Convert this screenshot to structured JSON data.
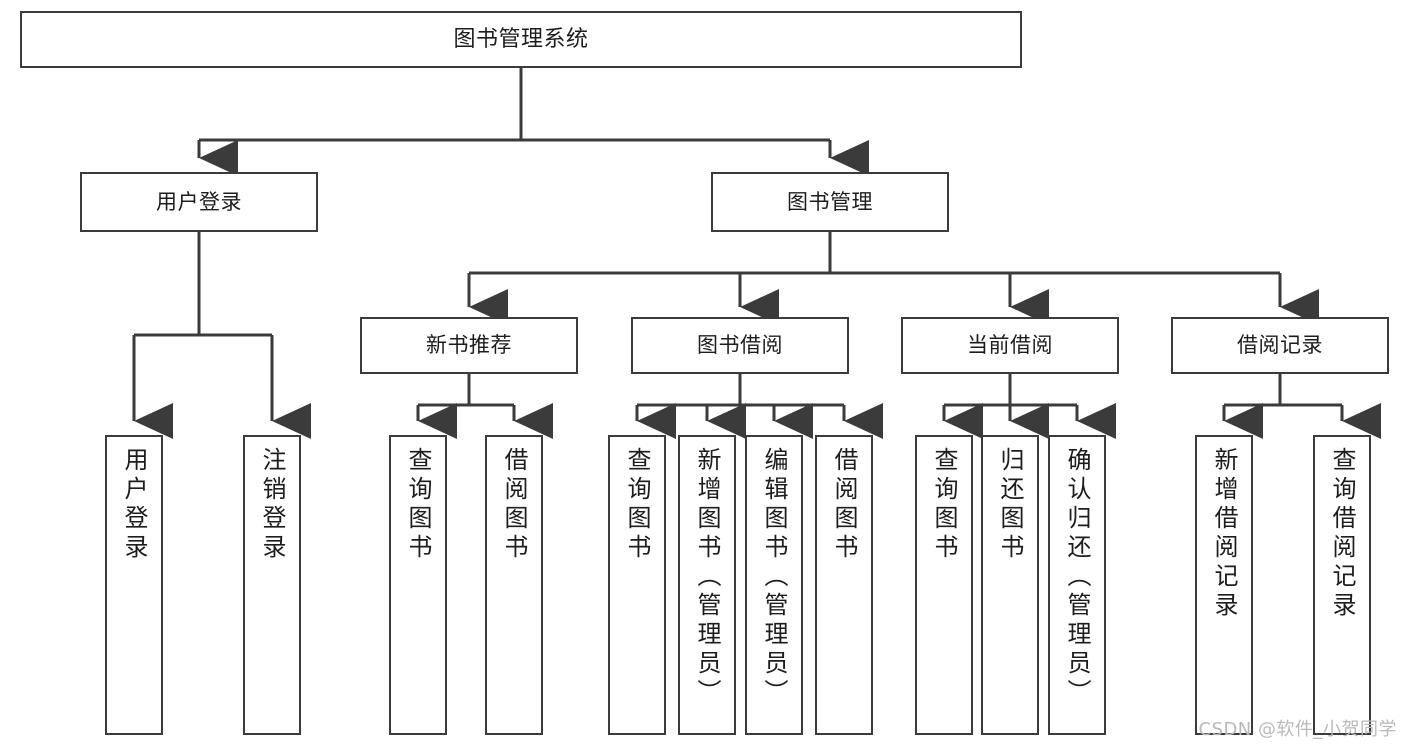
{
  "diagram": {
    "type": "hierarchy-tree",
    "title": "图书管理系统",
    "root": {
      "label": "图书管理系统"
    },
    "level2": [
      {
        "id": "user-login",
        "label": "用户登录"
      },
      {
        "id": "book-manage",
        "label": "图书管理"
      }
    ],
    "level3": [
      {
        "id": "new-book-recommend",
        "label": "新书推荐",
        "parent": "book-manage"
      },
      {
        "id": "book-borrow",
        "label": "图书借阅",
        "parent": "book-manage"
      },
      {
        "id": "current-borrow",
        "label": "当前借阅",
        "parent": "book-manage"
      },
      {
        "id": "borrow-record",
        "label": "借阅记录",
        "parent": "book-manage"
      }
    ],
    "leaves": [
      {
        "id": "leaf-user-login",
        "label": "用户登录",
        "parent": "user-login"
      },
      {
        "id": "leaf-logout",
        "label": "注销登录",
        "parent": "user-login"
      },
      {
        "id": "leaf-query-book-1",
        "label": "查询图书",
        "parent": "new-book-recommend"
      },
      {
        "id": "leaf-borrow-book-1",
        "label": "借阅图书",
        "parent": "new-book-recommend"
      },
      {
        "id": "leaf-query-book-2",
        "label": "查询图书",
        "parent": "book-borrow"
      },
      {
        "id": "leaf-add-book",
        "label": "新增图书（管理员）",
        "parent": "book-borrow"
      },
      {
        "id": "leaf-edit-book",
        "label": "编辑图书（管理员）",
        "parent": "book-borrow"
      },
      {
        "id": "leaf-borrow-book-2",
        "label": "借阅图书",
        "parent": "book-borrow"
      },
      {
        "id": "leaf-query-book-3",
        "label": "查询图书",
        "parent": "current-borrow"
      },
      {
        "id": "leaf-return-book",
        "label": "归还图书",
        "parent": "current-borrow"
      },
      {
        "id": "leaf-confirm-return",
        "label": "确认归还（管理员）",
        "parent": "current-borrow"
      },
      {
        "id": "leaf-add-record",
        "label": "新增借阅记录",
        "parent": "borrow-record"
      },
      {
        "id": "leaf-query-record",
        "label": "查询借阅记录",
        "parent": "borrow-record"
      }
    ]
  },
  "watermark": {
    "text": "CSDN @软件_小贺同学"
  },
  "colors": {
    "stroke": "#3b3b3b",
    "fill": "#ffffff",
    "text": "#1d1d1d",
    "watermark": "#b9b9b9"
  }
}
